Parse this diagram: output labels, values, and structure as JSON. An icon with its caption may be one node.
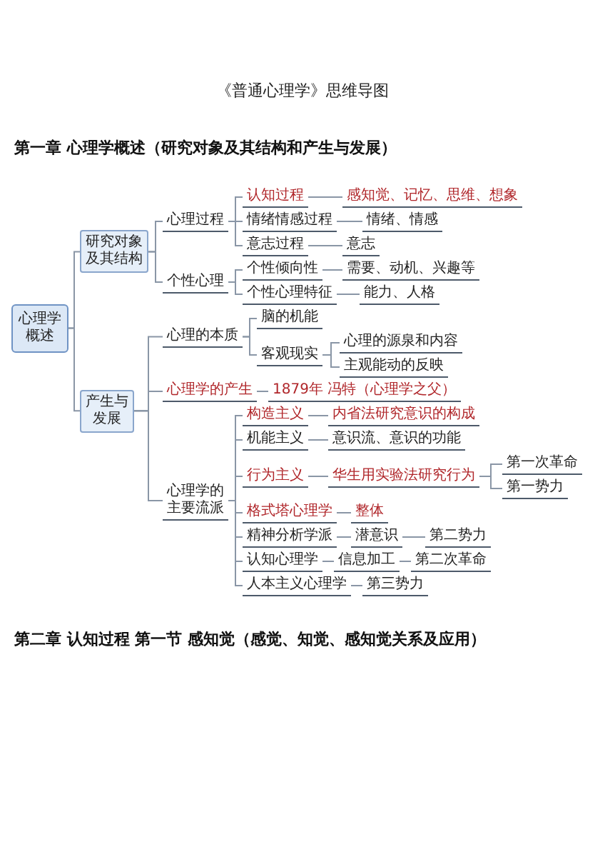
{
  "diagram": {
    "title": "《普通心理学》思维导图",
    "nodes": [
      {
        "text": [
          "心理学概述"
        ]
      },
      {
        "text": [
          "研究对象及其结构"
        ]
      },
      {
        "text": [
          "心理过程"
        ]
      },
      {
        "text": [
          "认知过程"
        ]
      },
      {
        "text": [
          "感知觉、记忆、思维、想象"
        ]
      },
      {
        "text": [
          "情绪情感过程"
        ]
      },
      {
        "text": [
          "情绪、情感"
        ]
      },
      {
        "text": [
          "意志过程"
        ]
      },
      {
        "text": [
          "意志"
        ]
      },
      {
        "text": [
          "个性心理"
        ]
      },
      {
        "text": [
          "个性倾向性"
        ]
      },
      {
        "text": [
          "需要、动机、兴趣等"
        ]
      },
      {
        "text": [
          "个性心理特征"
        ]
      },
      {
        "text": [
          "能力、人格"
        ]
      },
      {
        "text": [
          "产生与发展"
        ]
      },
      {
        "text": [
          "心理的本质"
        ]
      },
      {
        "text": [
          "脑的机能"
        ]
      },
      {
        "text": [
          "客观现实"
        ]
      },
      {
        "text": [
          "心理的源泉和内容"
        ]
      },
      {
        "text": [
          "主观能动的反映"
        ]
      },
      {
        "text": [
          "心理学的产生"
        ]
      },
      {
        "text": [
          "1879年 冯特（心理学之父）"
        ]
      },
      {
        "text": [
          "心理学的主要流派"
        ]
      },
      {
        "text": [
          "构造主义"
        ]
      },
      {
        "text": [
          "内省法研究意识的构成"
        ]
      },
      {
        "text": [
          "机能主义"
        ]
      },
      {
        "text": [
          "意识流、意识的功能"
        ]
      },
      {
        "text": [
          "行为主义"
        ]
      },
      {
        "text": [
          "华生用实验法研究行为"
        ]
      },
      {
        "text": [
          "第一次革命"
        ]
      },
      {
        "text": [
          "第一势力"
        ]
      },
      {
        "text": [
          "格式塔心理学"
        ]
      },
      {
        "text": [
          "整体"
        ]
      },
      {
        "text": [
          "精神分析学派"
        ]
      },
      {
        "text": [
          "潜意识"
        ]
      },
      {
        "text": [
          "第二势力"
        ]
      },
      {
        "text": [
          "认知心理学"
        ]
      },
      {
        "text": [
          "信息加工"
        ]
      },
      {
        "text": [
          "第二次革命"
        ]
      },
      {
        "text": [
          "人本主义心理学"
        ]
      },
      {
        "text": [
          "第三势力"
        ]
      }
    ],
    "edges": [
      {
        "from": 0,
        "to": 1,
        "arrow": "none"
      },
      {
        "from": 0,
        "to": 14,
        "arrow": "none"
      },
      {
        "from": 1,
        "to": 2,
        "arrow": "none"
      },
      {
        "from": 1,
        "to": 9,
        "arrow": "none"
      },
      {
        "from": 2,
        "to": 3,
        "arrow": "none"
      },
      {
        "from": 3,
        "to": 4,
        "arrow": "none"
      },
      {
        "from": 2,
        "to": 5,
        "arrow": "none"
      },
      {
        "from": 5,
        "to": 6,
        "arrow": "none"
      },
      {
        "from": 2,
        "to": 7,
        "arrow": "none"
      },
      {
        "from": 7,
        "to": 8,
        "arrow": "none"
      },
      {
        "from": 9,
        "to": 10,
        "arrow": "none"
      },
      {
        "from": 10,
        "to": 11,
        "arrow": "none"
      },
      {
        "from": 9,
        "to": 12,
        "arrow": "none"
      },
      {
        "from": 12,
        "to": 13,
        "arrow": "none"
      },
      {
        "from": 14,
        "to": 15,
        "arrow": "none"
      },
      {
        "from": 15,
        "to": 16,
        "arrow": "none"
      },
      {
        "from": 15,
        "to": 17,
        "arrow": "none"
      },
      {
        "from": 17,
        "to": 18,
        "arrow": "none"
      },
      {
        "from": 17,
        "to": 19,
        "arrow": "none"
      },
      {
        "from": 14,
        "to": 20,
        "arrow": "none"
      },
      {
        "from": 20,
        "to": 21,
        "arrow": "none"
      },
      {
        "from": 14,
        "to": 22,
        "arrow": "none"
      },
      {
        "from": 22,
        "to": 23,
        "arrow": "none"
      },
      {
        "from": 23,
        "to": 24,
        "arrow": "none"
      },
      {
        "from": 22,
        "to": 25,
        "arrow": "none"
      },
      {
        "from": 25,
        "to": 26,
        "arrow": "none"
      },
      {
        "from": 22,
        "to": 27,
        "arrow": "none"
      },
      {
        "from": 27,
        "to": 28,
        "arrow": "none"
      },
      {
        "from": 28,
        "to": 29,
        "arrow": "none"
      },
      {
        "from": 28,
        "to": 30,
        "arrow": "none"
      },
      {
        "from": 22,
        "to": 31,
        "arrow": "none"
      },
      {
        "from": 31,
        "to": 32,
        "arrow": "none"
      },
      {
        "from": 22,
        "to": 33,
        "arrow": "none"
      },
      {
        "from": 33,
        "to": 34,
        "arrow": "none"
      },
      {
        "from": 34,
        "to": 35,
        "arrow": "none"
      },
      {
        "from": 22,
        "to": 36,
        "arrow": "none"
      },
      {
        "from": 36,
        "to": 37,
        "arrow": "none"
      },
      {
        "from": 37,
        "to": 38,
        "arrow": "none"
      },
      {
        "from": 22,
        "to": 39,
        "arrow": "none"
      },
      {
        "from": 39,
        "to": 40,
        "arrow": "none"
      }
    ],
    "labels": [
      "第一章 心理学概述（研究对象及其结构和产生与发展）",
      "第二章 认知过程 第一节 感知觉（感觉、知觉、感知觉关系及应用）"
    ]
  }
}
